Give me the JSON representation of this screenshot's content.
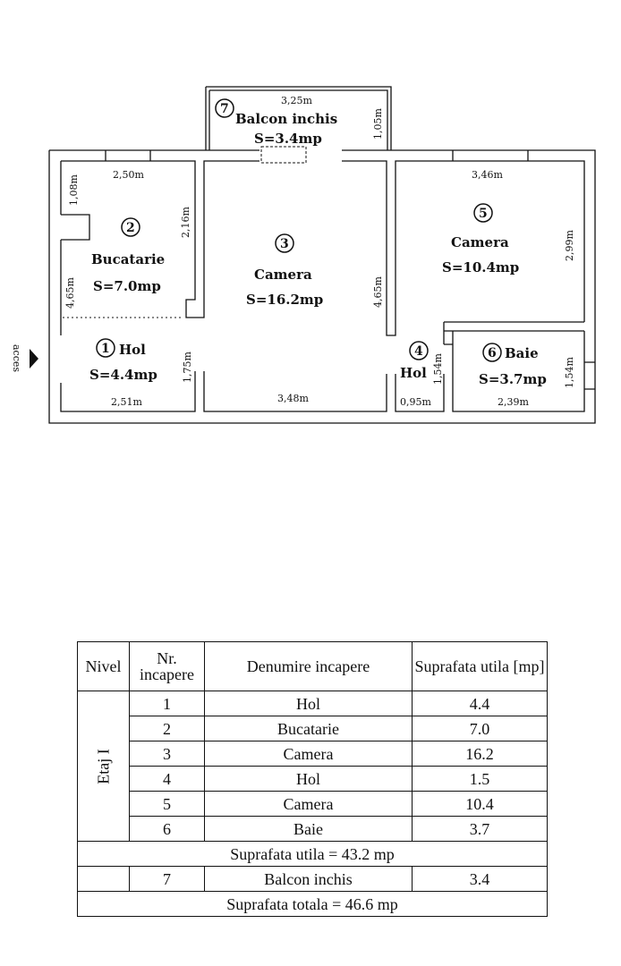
{
  "plan": {
    "access_label": "acces",
    "rooms": [
      {
        "num": "1",
        "name": "Hol",
        "area": "S=4.4mp"
      },
      {
        "num": "2",
        "name": "Bucatarie",
        "area": "S=7.0mp"
      },
      {
        "num": "3",
        "name": "Camera",
        "area": "S=16.2mp"
      },
      {
        "num": "4",
        "name": "Hol",
        "area": ""
      },
      {
        "num": "5",
        "name": "Camera",
        "area": "S=10.4mp"
      },
      {
        "num": "6",
        "name": "Baie",
        "area": "S=3.7mp"
      },
      {
        "num": "7",
        "name": "Balcon inchis",
        "area": "S=3.4mp"
      }
    ],
    "dims": {
      "balcon_w": "3,25m",
      "balcon_h": "1,05m",
      "kitchen_w": "2,50m",
      "kitchen_wall": "1,08m",
      "kitchen_h_right": "2,16m",
      "kitchen_h_left": "4,65m",
      "hall_h": "1,75m",
      "hall_w": "2,51m",
      "camera3_w": "3,48m",
      "camera3_h": "4,65m",
      "camera5_w": "3,46m",
      "camera5_h": "2,99m",
      "hol4_h": "1,54m",
      "hol4_w": "0,95m",
      "baie_w": "2,39m",
      "baie_h": "1,54m"
    }
  },
  "table": {
    "headers": {
      "level": "Nivel",
      "room_no": "Nr. incapere",
      "room_name": "Denumire incapere",
      "area": "Suprafata utila [mp]"
    },
    "level_label": "Etaj I",
    "rows": [
      {
        "no": "1",
        "name": "Hol",
        "area": "4.4"
      },
      {
        "no": "2",
        "name": "Bucatarie",
        "area": "7.0"
      },
      {
        "no": "3",
        "name": "Camera",
        "area": "16.2"
      },
      {
        "no": "4",
        "name": "Hol",
        "area": "1.5"
      },
      {
        "no": "5",
        "name": "Camera",
        "area": "10.4"
      },
      {
        "no": "6",
        "name": "Baie",
        "area": "3.7"
      }
    ],
    "useful_total": "Suprafata utila = 43.2 mp",
    "balcony_row": {
      "no": "7",
      "name": "Balcon inchis",
      "area": "3.4"
    },
    "grand_total": "Suprafata totala = 46.6 mp"
  }
}
